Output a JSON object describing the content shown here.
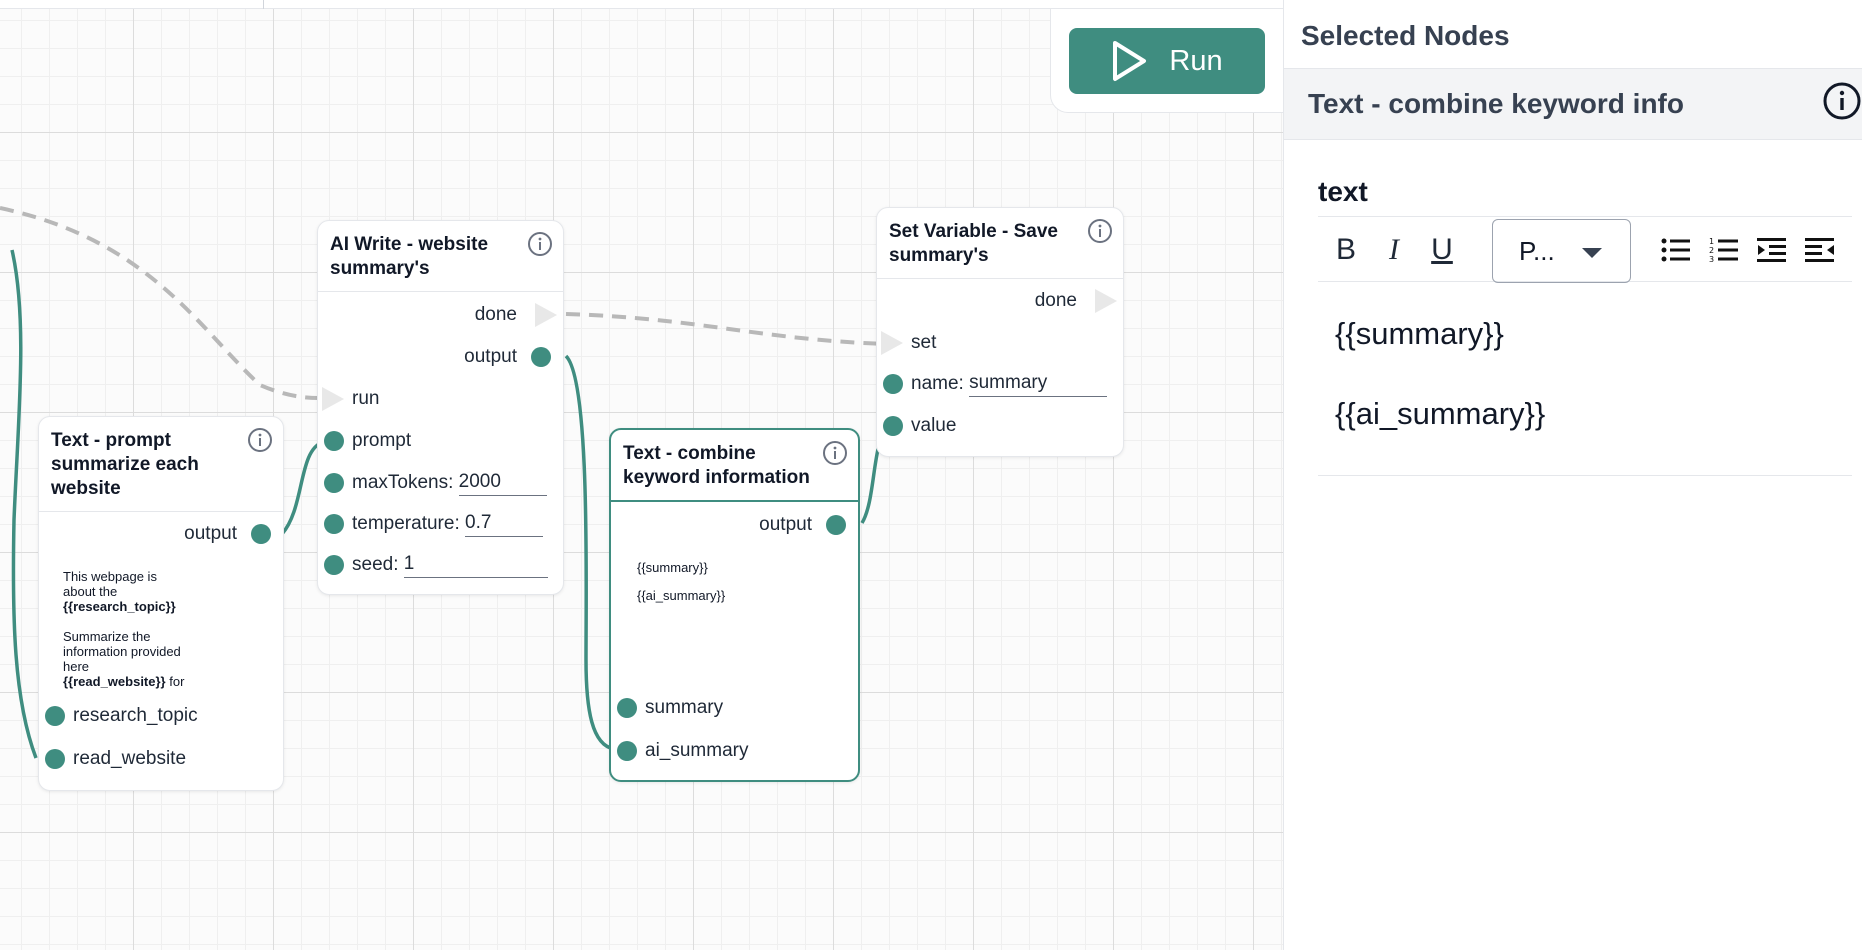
{
  "canvas": {
    "run_label": "Run",
    "nodes": {
      "prompt": {
        "title": "Text - prompt summarize each website",
        "output": "output",
        "preview": {
          "line1": "This webpage is",
          "line2": "about the",
          "line3": "{{research_topic}}",
          "line4": "Summarize the",
          "line5": "information provided",
          "line6": "here",
          "line7": "{{read_website}}",
          "line7_suffix": " for"
        },
        "inputs": [
          "research_topic",
          "read_website"
        ]
      },
      "aiwrite": {
        "title": "AI Write - website summary's",
        "done": "done",
        "output": "output",
        "run": "run",
        "prompt": "prompt",
        "max_tokens_label": "maxTokens:",
        "max_tokens_value": "2000",
        "temperature_label": "temperature:",
        "temperature_value": "0.7",
        "seed_label": "seed:",
        "seed_value": "1"
      },
      "combine": {
        "title": "Text - combine keyword information",
        "output": "output",
        "preview_line1": "{{summary}}",
        "preview_line2": "{{ai_summary}}",
        "inputs": [
          "summary",
          "ai_summary"
        ]
      },
      "setvar": {
        "title": "Set Variable - Save summary's",
        "done": "done",
        "set": "set",
        "name_label": "name:",
        "name_value": "summary",
        "value": "value"
      }
    }
  },
  "sidebar": {
    "title": "Selected Nodes",
    "node_title": "Text - combine keyword info",
    "field_label": "text",
    "toolbar": {
      "bold": "B",
      "italic": "I",
      "underline": "U",
      "style_select": "P..."
    },
    "editor": {
      "line1": "{{summary}}",
      "line2": "{{ai_summary}}"
    }
  },
  "colors": {
    "accent": "#3f8d80",
    "port": "#3f8d80",
    "edge_dashed": "#b8b8b8"
  }
}
